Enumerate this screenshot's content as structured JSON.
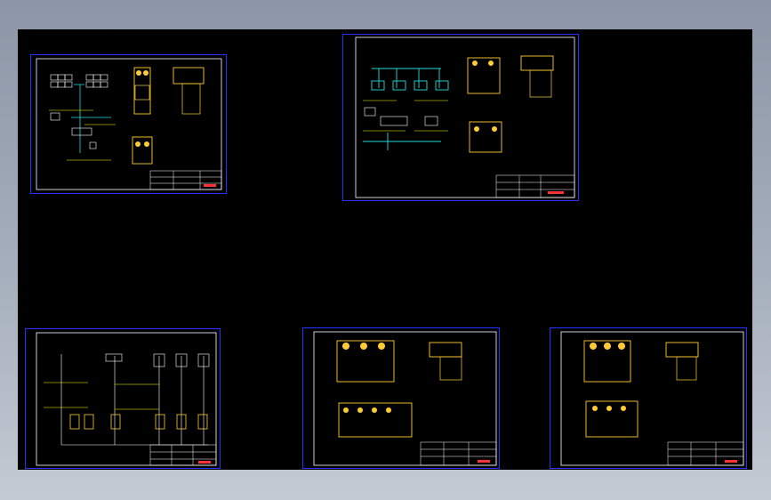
{
  "viewport": {
    "background": "#000000"
  },
  "sheets": [
    {
      "id": "sheet-1",
      "title_label": ""
    },
    {
      "id": "sheet-2",
      "title_label": ""
    },
    {
      "id": "sheet-3",
      "title_label": ""
    },
    {
      "id": "sheet-4",
      "title_label": ""
    },
    {
      "id": "sheet-5",
      "title_label": ""
    }
  ],
  "colors": {
    "frame": "#2233ff",
    "inner_frame": "#ffffff",
    "pipe": "#22dddd",
    "valve": "#ffcc33",
    "line": "#ffff00",
    "marker": "#ff3333"
  }
}
